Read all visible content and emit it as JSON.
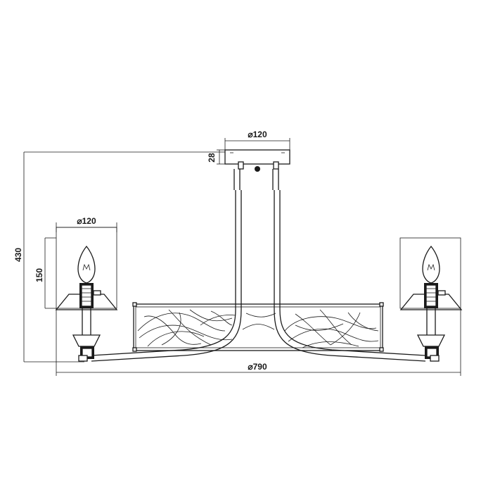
{
  "dimensions": {
    "canopy_diameter": "⌀120",
    "canopy_height": "28",
    "total_height": "430",
    "shade_diameter": "⌀120",
    "shade_height": "150",
    "overall_width": "⌀790"
  }
}
